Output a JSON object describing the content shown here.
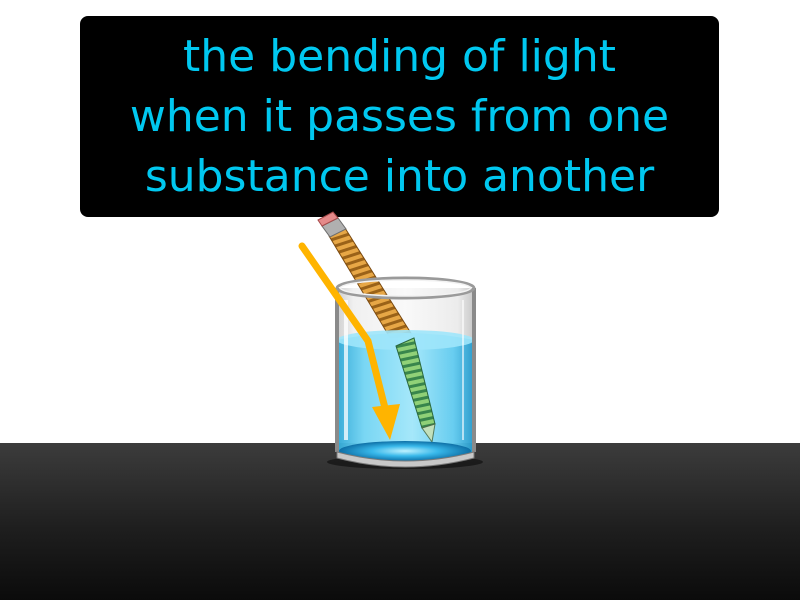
{
  "definition": {
    "lines": [
      "the bending of light",
      "when it passes from one",
      "substance into another"
    ]
  },
  "illustration": {
    "subject": "pencil in a glass of water",
    "light_ray": "yellow-arrow",
    "pencil_wood": "orange-striped",
    "pencil_underwater": "green-striped"
  },
  "colors": {
    "caption_text": "#00c8f0",
    "caption_background": "#000000",
    "water": "#5cc8ec",
    "light_ray": "#ffb400",
    "floor": "#2a2a2a"
  }
}
